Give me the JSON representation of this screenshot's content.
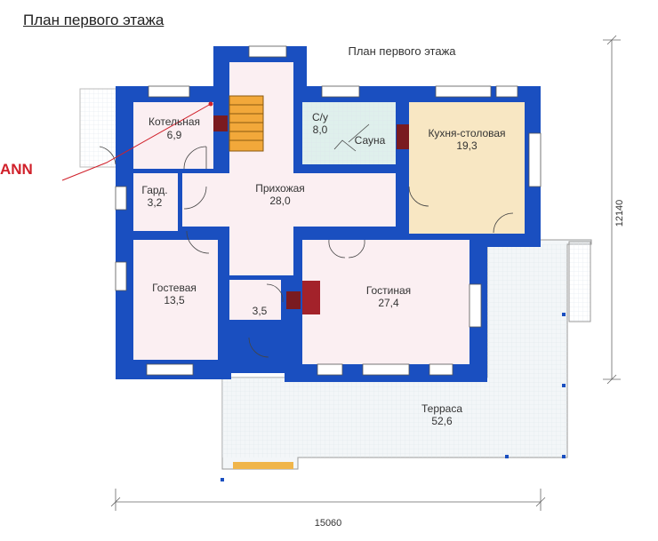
{
  "page": {
    "title": "План первого этажа"
  },
  "plan": {
    "subtitle": "План первого этажа",
    "brand": "ANN",
    "rooms": {
      "kotelnaya": {
        "name": "Котельная",
        "area": "6,9"
      },
      "su": {
        "name": "С/у",
        "area": "8,0"
      },
      "sauna": {
        "name": "Сауна"
      },
      "kitchen": {
        "name": "Кухня-столовая",
        "area": "19,3"
      },
      "gard": {
        "name": "Гард.",
        "area": "3,2"
      },
      "hall": {
        "name": "Прихожая",
        "area": "28,0"
      },
      "guest": {
        "name": "Гостевая",
        "area": "13,5"
      },
      "small": {
        "area": "3,5"
      },
      "living": {
        "name": "Гостиная",
        "area": "27,4"
      },
      "terrace": {
        "name": "Терраса",
        "area": "52,6"
      }
    },
    "dimensions": {
      "width": "15060",
      "depth": "12140"
    }
  },
  "colors": {
    "wall": "#1a4fc0",
    "floor": "#fbeff2",
    "kitchen": "#f8e7c3",
    "sauna": "#dff0ec",
    "terrace": "#f3f6f8"
  }
}
